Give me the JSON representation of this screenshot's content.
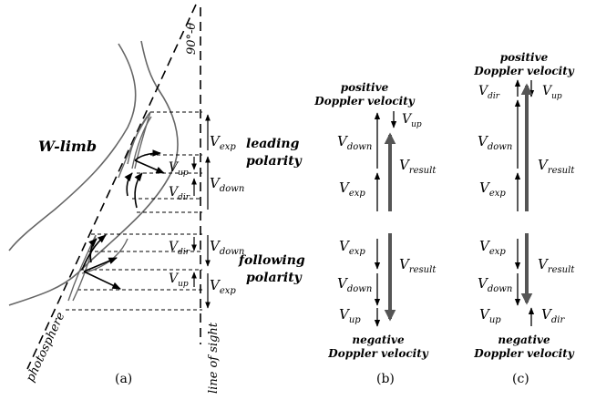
{
  "panel_a": {
    "label": "(a)",
    "w_limb": "W-limb",
    "leading": [
      "leading",
      "polarity"
    ],
    "following": [
      "following",
      "polarity"
    ],
    "angle": "90°-θ",
    "photosphere": "photosphere",
    "line_of_sight": "line of sight",
    "vel": {
      "exp_top": {
        "main": "V",
        "sub": "exp"
      },
      "up_top": {
        "main": "V",
        "sub": "up"
      },
      "dir_top": {
        "main": "V",
        "sub": "dir"
      },
      "down_top": {
        "main": "V",
        "sub": "down"
      },
      "dir_bot": {
        "main": "V",
        "sub": "dir"
      },
      "down_bot": {
        "main": "V",
        "sub": "down"
      },
      "up_bot": {
        "main": "V",
        "sub": "up"
      },
      "exp_bot": {
        "main": "V",
        "sub": "exp"
      }
    }
  },
  "panel_b": {
    "label": "(b)",
    "pos_title": [
      "positive",
      "Doppler velocity"
    ],
    "neg_title": [
      "negative",
      "Doppler velocity"
    ],
    "vel": {
      "up_t": {
        "main": "V",
        "sub": "up"
      },
      "down_t": {
        "main": "V",
        "sub": "down"
      },
      "result_t": {
        "main": "V",
        "sub": "result"
      },
      "exp_t": {
        "main": "V",
        "sub": "exp"
      },
      "exp_b": {
        "main": "V",
        "sub": "exp"
      },
      "result_b": {
        "main": "V",
        "sub": "result"
      },
      "down_b": {
        "main": "V",
        "sub": "down"
      },
      "up_b": {
        "main": "V",
        "sub": "up"
      }
    }
  },
  "panel_c": {
    "label": "(c)",
    "pos_title": [
      "positive",
      "Doppler velocity"
    ],
    "neg_title": [
      "negative",
      "Doppler velocity"
    ],
    "vel": {
      "dir_t": {
        "main": "V",
        "sub": "dir"
      },
      "up_t": {
        "main": "V",
        "sub": "up"
      },
      "down_t": {
        "main": "V",
        "sub": "down"
      },
      "result_t": {
        "main": "V",
        "sub": "result"
      },
      "exp_t": {
        "main": "V",
        "sub": "exp"
      },
      "exp_b": {
        "main": "V",
        "sub": "exp"
      },
      "result_b": {
        "main": "V",
        "sub": "result"
      },
      "down_b": {
        "main": "V",
        "sub": "down"
      },
      "up_b": {
        "main": "V",
        "sub": "up"
      },
      "dir_b": {
        "main": "V",
        "sub": "dir"
      }
    }
  },
  "colors": {
    "curve": "#666666",
    "result": "#555555",
    "ink": "#000000"
  }
}
